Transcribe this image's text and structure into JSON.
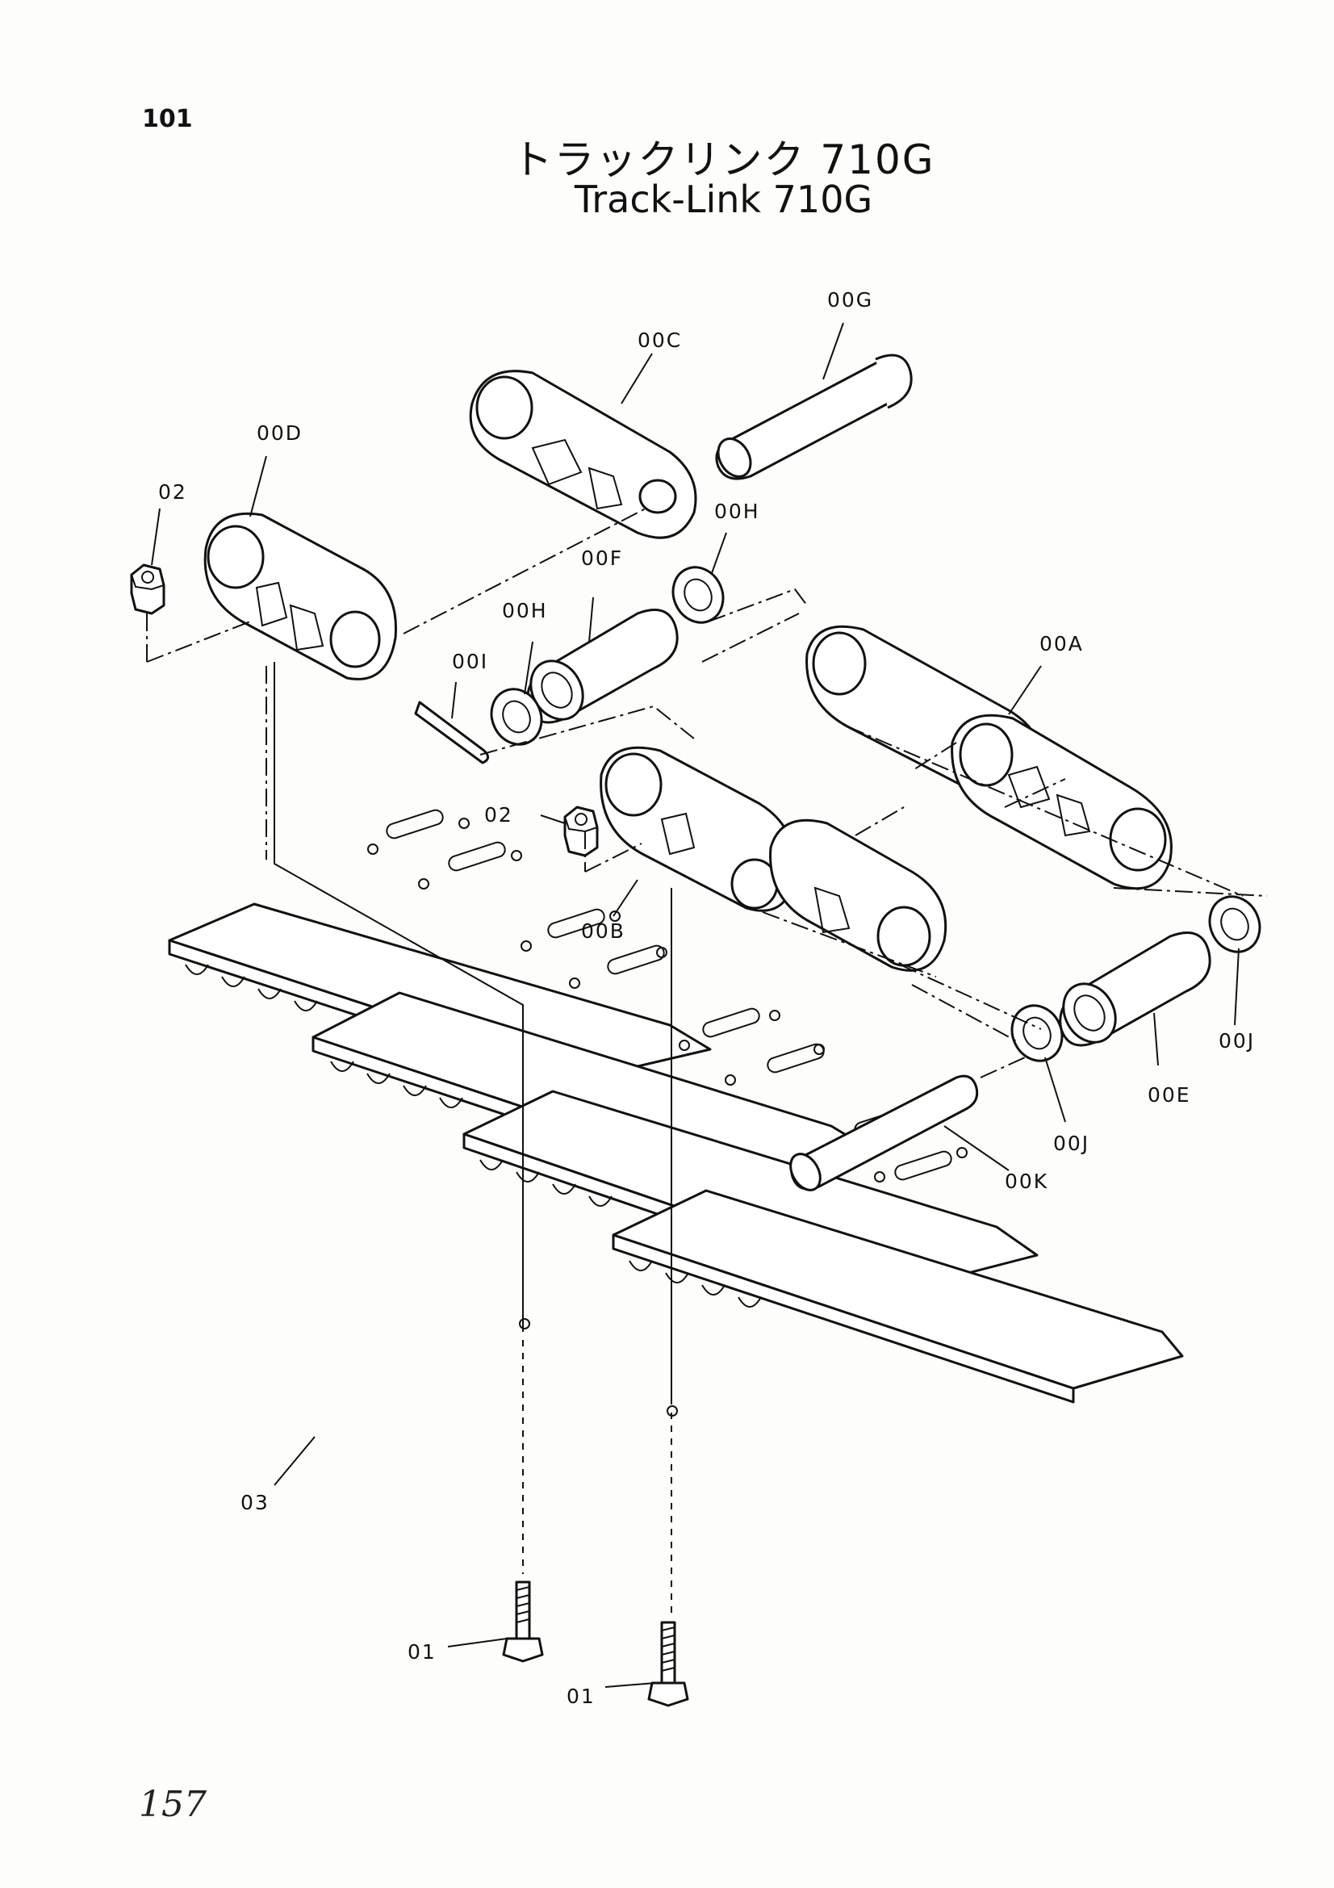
{
  "page_number": "101",
  "title_jp": "トラックリンク 710G",
  "title_en": "Track-Link 710G",
  "handwritten_note": "157",
  "parts": {
    "link_c": "00C",
    "pin_g": "00G",
    "link_d": "00D",
    "nut_02_top": "02",
    "seal_h_right": "00H",
    "bushing_f": "00F",
    "seal_h_left": "00H",
    "cotter_i": "00I",
    "link_a": "00A",
    "nut_02_mid": "02",
    "link_b": "00B",
    "seal_j_right": "00J",
    "seal_j_left": "00J",
    "bushing_e": "00E",
    "pin_k": "00K",
    "shoe_03": "03",
    "bolt_01_left": "01",
    "bolt_01_right": "01"
  }
}
